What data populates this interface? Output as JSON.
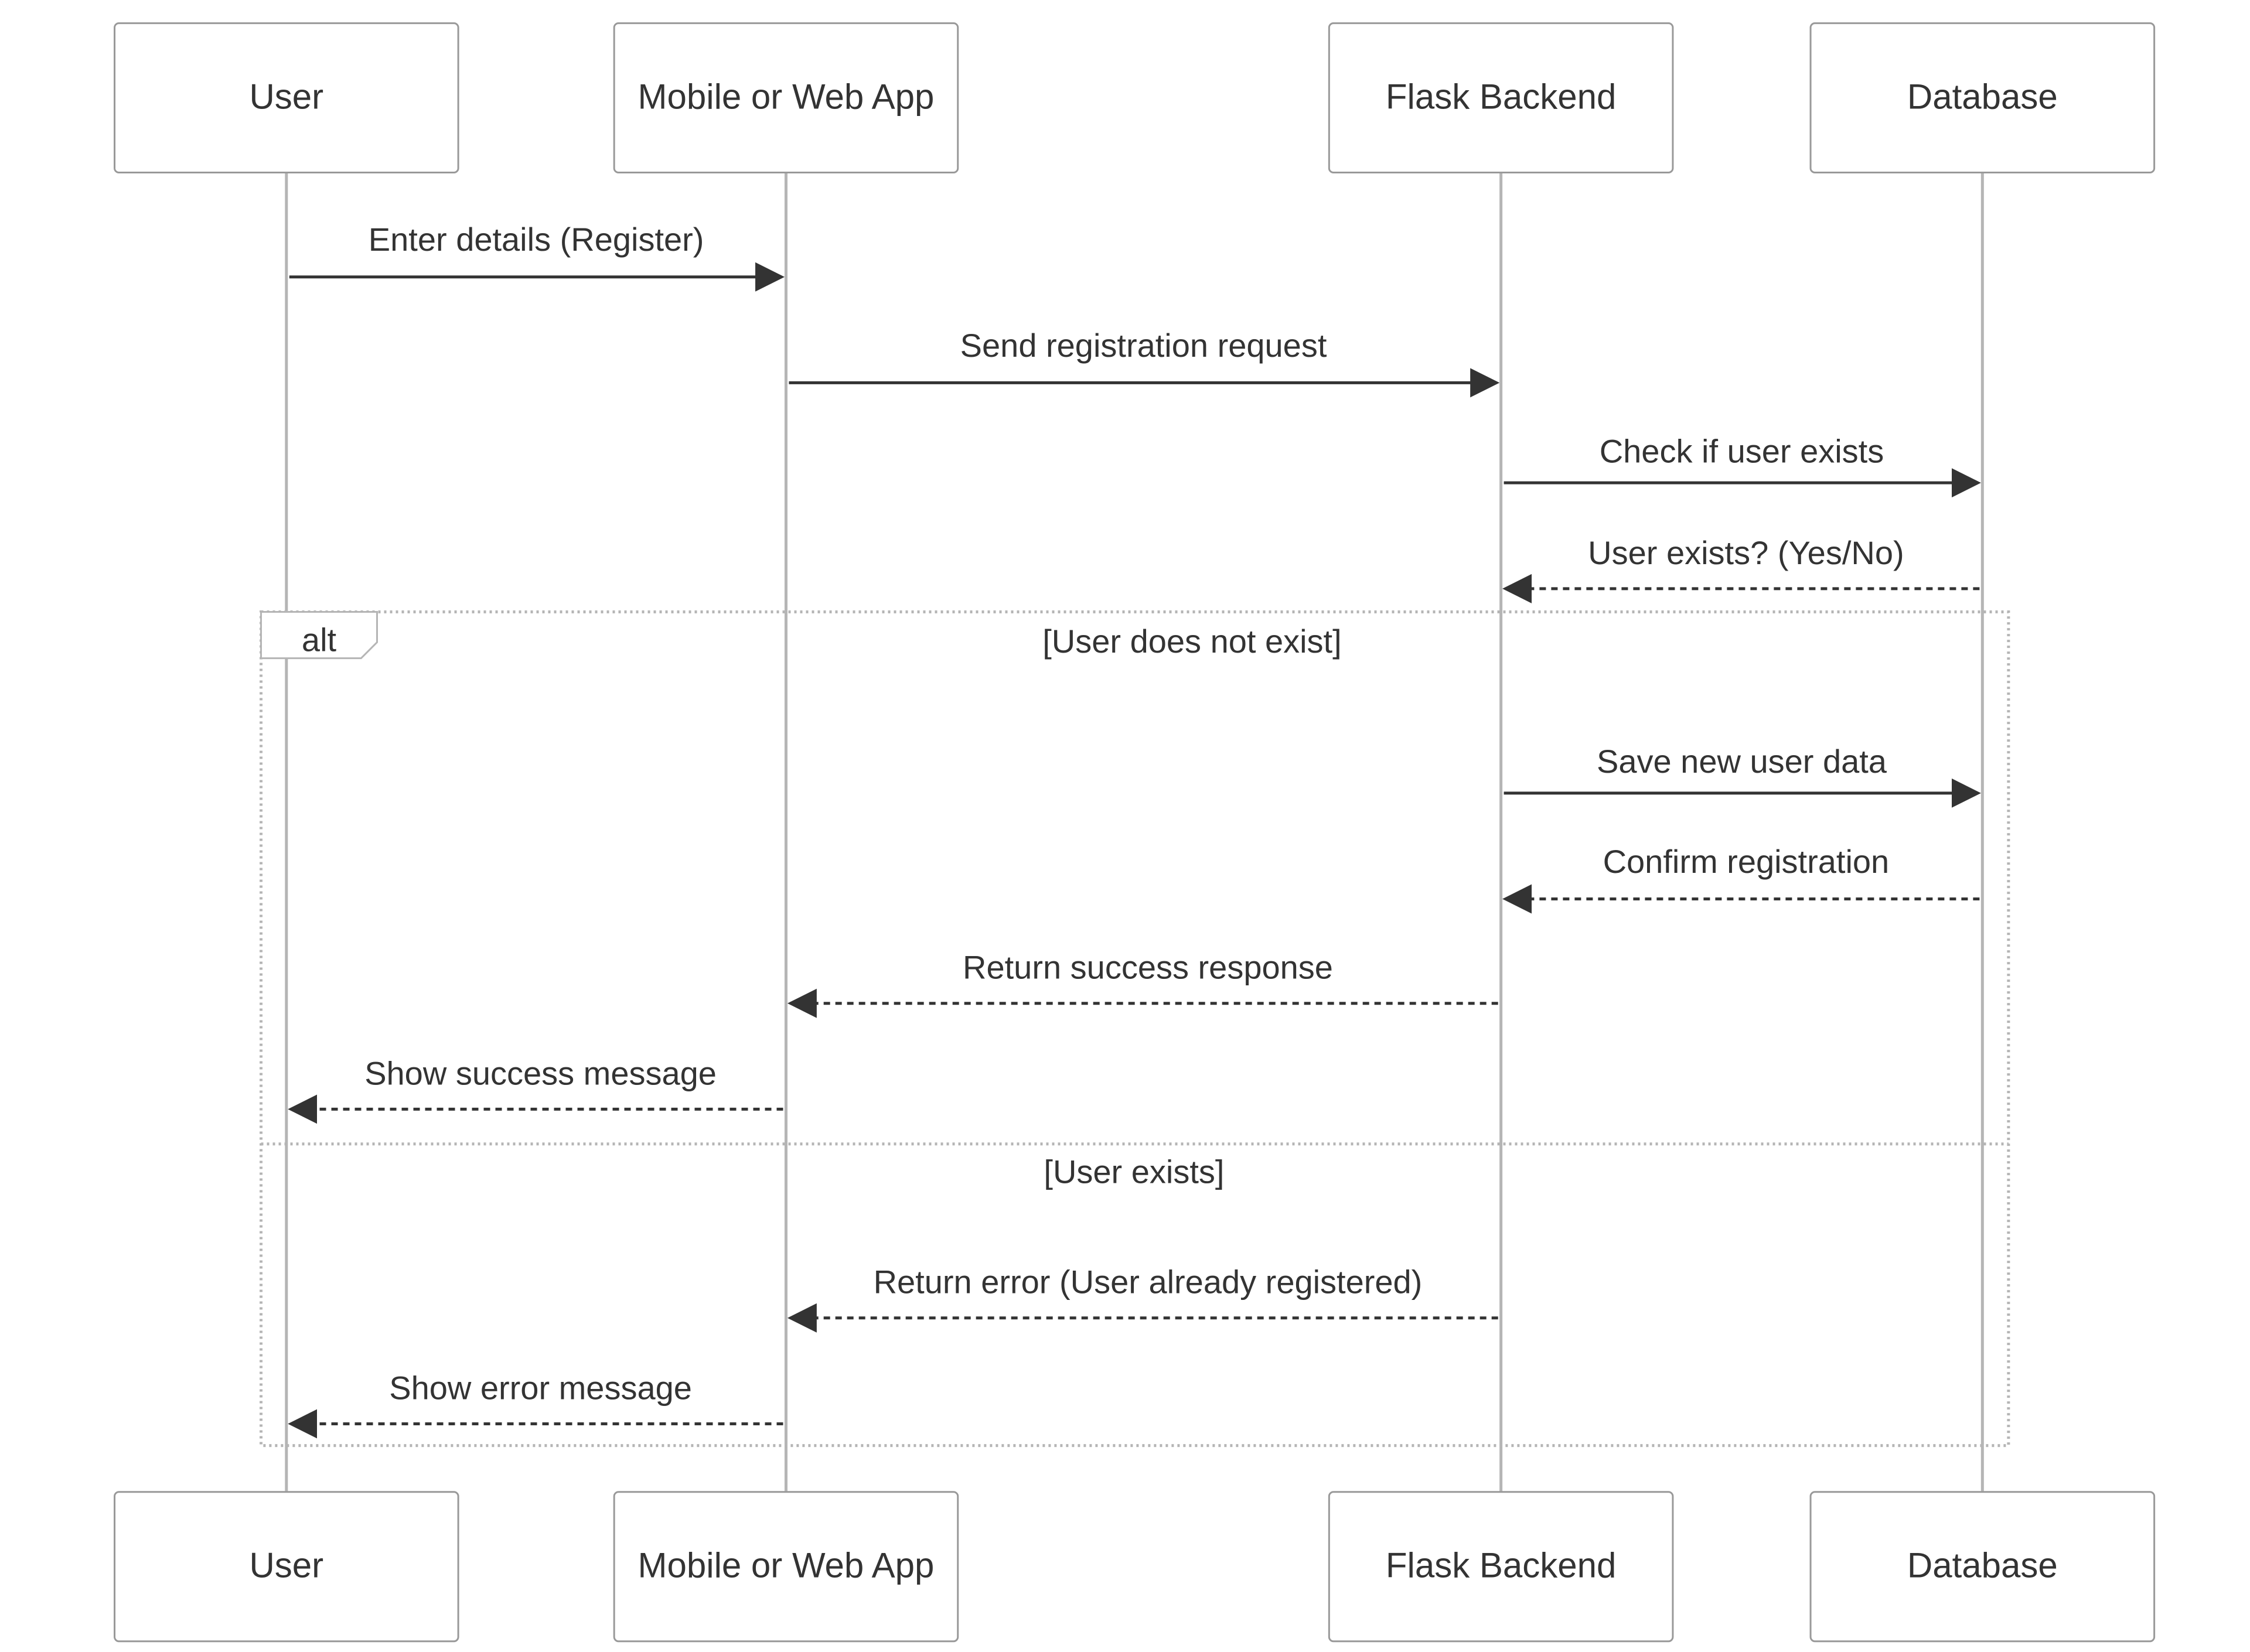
{
  "participants": [
    {
      "id": "user",
      "label": "User"
    },
    {
      "id": "app",
      "label": "Mobile or Web App"
    },
    {
      "id": "backend",
      "label": "Flask Backend"
    },
    {
      "id": "db",
      "label": "Database"
    }
  ],
  "messages": [
    {
      "from": "user",
      "to": "app",
      "label": "Enter details (Register)",
      "style": "solid"
    },
    {
      "from": "app",
      "to": "backend",
      "label": "Send registration request",
      "style": "solid"
    },
    {
      "from": "backend",
      "to": "db",
      "label": "Check if user exists",
      "style": "solid"
    },
    {
      "from": "db",
      "to": "backend",
      "label": "User exists? (Yes/No)",
      "style": "dashed"
    },
    {
      "from": "backend",
      "to": "db",
      "label": "Save new user data",
      "style": "solid"
    },
    {
      "from": "db",
      "to": "backend",
      "label": "Confirm registration",
      "style": "dashed"
    },
    {
      "from": "backend",
      "to": "app",
      "label": "Return success response",
      "style": "dashed"
    },
    {
      "from": "app",
      "to": "user",
      "label": "Show success message",
      "style": "dashed"
    },
    {
      "from": "backend",
      "to": "app",
      "label": "Return error (User already registered)",
      "style": "dashed"
    },
    {
      "from": "app",
      "to": "user",
      "label": "Show error message",
      "style": "dashed"
    }
  ],
  "alt_fragment": {
    "keyword": "alt",
    "guards": [
      "[User does not exist]",
      "[User exists]"
    ]
  }
}
